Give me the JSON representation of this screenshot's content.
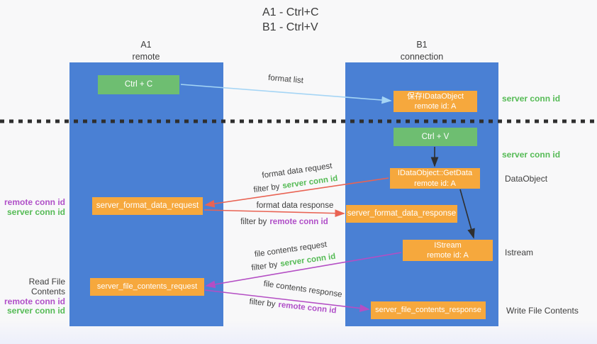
{
  "title": {
    "line1": "A1 - Ctrl+C",
    "line2": "B1 - Ctrl+V"
  },
  "columns": {
    "a1": {
      "name": "A1",
      "subtitle": "remote"
    },
    "b1": {
      "name": "B1",
      "subtitle": "connection"
    }
  },
  "nodes": {
    "ctrl_c": {
      "label": "Ctrl + C"
    },
    "ctrl_v": {
      "label": "Ctrl + V"
    },
    "save_dataobject": {
      "line1": "保存IDataObject",
      "line2": "remote id: A"
    },
    "getdata": {
      "line1": "IDataObject::GetData",
      "line2": "remote id: A"
    },
    "istream": {
      "line1": "IStream",
      "line2": "remote id: A"
    },
    "server_format_data_request": {
      "label": "server_format_data_request"
    },
    "server_format_data_response": {
      "label": "server_format_data_response"
    },
    "server_file_contents_request": {
      "label": "server_file_contents_request"
    },
    "server_file_contents_response": {
      "label": "server_file_contents_response"
    }
  },
  "arrow_labels": {
    "format_list": "format list",
    "format_data_request": "format data request",
    "format_data_response": "format data response",
    "file_contents_request": "file contents request",
    "file_contents_response": "file contents response",
    "filter_by": "filter by",
    "server_conn_id": "server conn id",
    "remote_conn_id": "remote conn id"
  },
  "side_labels": {
    "server_conn_id_top": "server conn id",
    "server_conn_id_mid": "server conn id",
    "dataobject": "DataObject",
    "istream": "Istream",
    "write_file_contents": "Write File Contents",
    "read_file_contents": "Read File Contents",
    "left_request": {
      "remote": "remote conn id",
      "server": "server conn id"
    },
    "left_file": {
      "remote": "remote conn id",
      "server": "server conn id"
    }
  },
  "colors": {
    "lane_blue": "#4a80d4",
    "node_green": "#6ebe71",
    "node_orange": "#f6a83d",
    "arrow_light_blue": "#a5d5f5",
    "arrow_red": "#e96353",
    "arrow_purple": "#b44ec4",
    "arrow_black": "#2f2f2f",
    "text_green": "#55bb55",
    "text_purple": "#b04fc8"
  }
}
